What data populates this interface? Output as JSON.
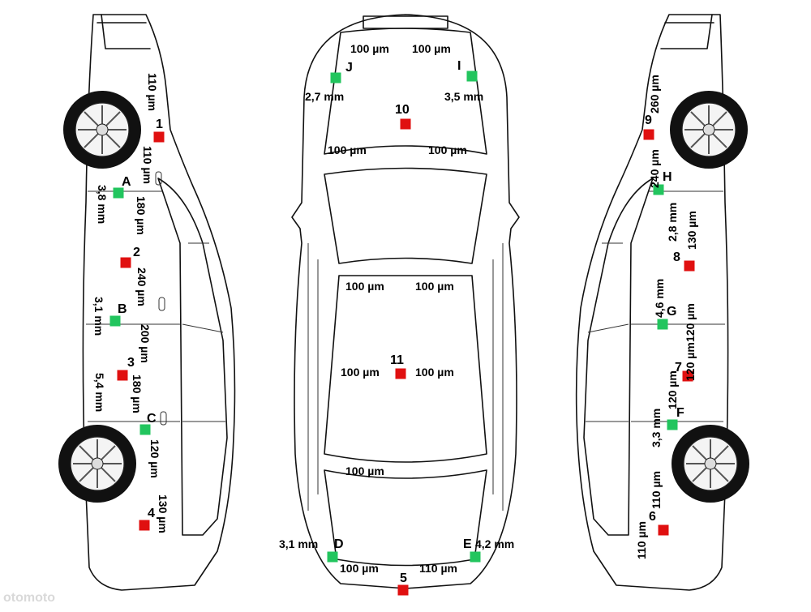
{
  "colors": {
    "ok_marker": "#22c55e",
    "bad_marker": "#e01010",
    "outline": "#111111"
  },
  "watermark": "otomoto",
  "markers": [
    {
      "id": "1",
      "status": "bad"
    },
    {
      "id": "2",
      "status": "bad"
    },
    {
      "id": "3",
      "status": "bad"
    },
    {
      "id": "4",
      "status": "bad"
    },
    {
      "id": "5",
      "status": "bad"
    },
    {
      "id": "6",
      "status": "bad"
    },
    {
      "id": "7",
      "status": "bad"
    },
    {
      "id": "8",
      "status": "bad"
    },
    {
      "id": "9",
      "status": "bad"
    },
    {
      "id": "10",
      "status": "bad"
    },
    {
      "id": "11",
      "status": "bad"
    },
    {
      "id": "A",
      "status": "ok"
    },
    {
      "id": "B",
      "status": "ok"
    },
    {
      "id": "C",
      "status": "ok"
    },
    {
      "id": "D",
      "status": "ok"
    },
    {
      "id": "E",
      "status": "ok"
    },
    {
      "id": "F",
      "status": "ok"
    },
    {
      "id": "G",
      "status": "ok"
    },
    {
      "id": "H",
      "status": "ok"
    },
    {
      "id": "I",
      "status": "ok"
    },
    {
      "id": "J",
      "status": "ok"
    }
  ],
  "readings": {
    "r_j_top": "100 µm",
    "r_i_top": "100 µm",
    "r_j": "2,7 mm",
    "r_i": "3,5 mm",
    "r_hood_l": "100 µm",
    "r_hood_r": "100 µm",
    "r_roof_fl": "100 µm",
    "r_roof_fr": "100 µm",
    "r_roof_ml": "100 µm",
    "r_roof_mr": "100 µm",
    "r_roof_r": "100 µm",
    "r_d": "3,1 mm",
    "r_e": "4,2 mm",
    "r_trunk_l": "100 µm",
    "r_trunk_r": "110 µm",
    "r_1a": "110 µm",
    "r_1b": "110 µm",
    "r_a": "3,8 mm",
    "r_2a": "180 µm",
    "r_2b": "240 µm",
    "r_b": "3,1 mm",
    "r_3a": "200 µm",
    "r_3b": "180 µm",
    "r_c": "5,4 mm",
    "r_4a": "120 µm",
    "r_4b": "130 µm",
    "r_9": "260 µm",
    "r_h": "240 µm",
    "r_h2": "2,8 mm",
    "r_8": "130 µm",
    "r_g": "4,6 mm",
    "r_7a": "120 µm",
    "r_7b": "120 µm",
    "r_f1": "120 µm",
    "r_f": "3,3 mm",
    "r_6a": "110 µm",
    "r_6b": "110 µm"
  }
}
